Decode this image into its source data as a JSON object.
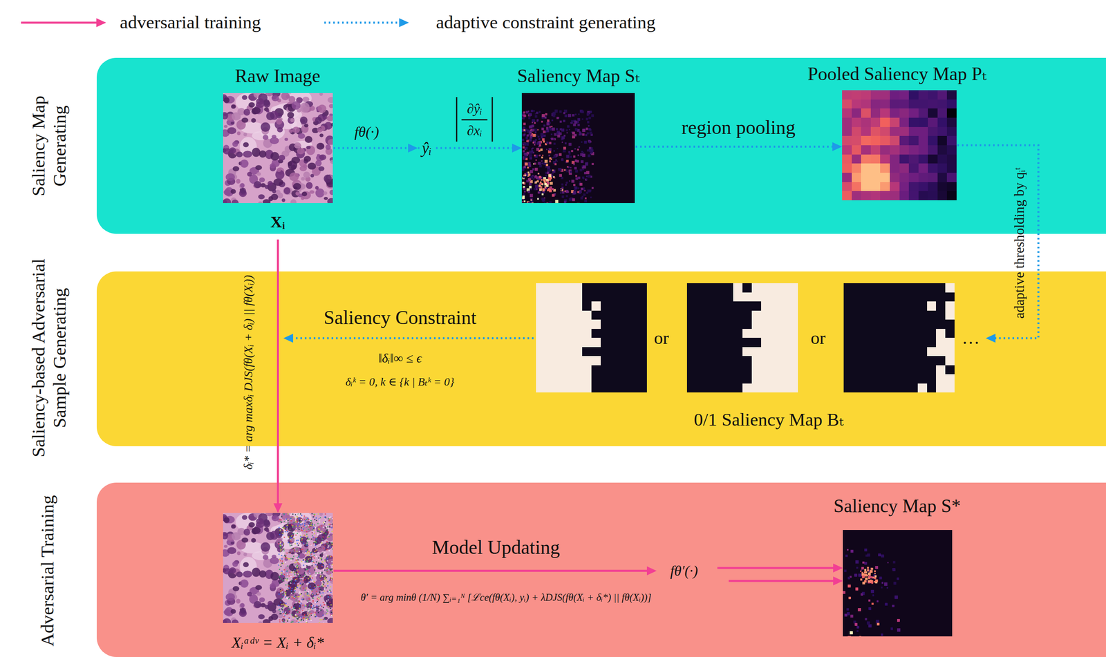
{
  "diagram": {
    "nodes": [
      {
        "text": [
          "Saliency Map Generating"
        ]
      },
      {
        "text": [
          "Raw Image",
          "Xᵢ"
        ],
        "in": 0
      },
      {
        "text": [
          "Saliency Map Sₜ"
        ],
        "in": 0
      },
      {
        "text": [
          "Pooled Saliency Map Pₜ"
        ],
        "in": 0
      },
      {
        "text": [
          "Saliency-based Adversarial Sample Generating"
        ]
      },
      {
        "text": [
          "0/1 Saliency Map Bₜ"
        ],
        "in": 4
      },
      {
        "text": [
          "Adversarial Training"
        ]
      },
      {
        "text": [
          "Xᵢᵃᵈᵛ = Xᵢ + δᵢ*"
        ],
        "in": 6
      },
      {
        "text": [
          "Saliency Map S*"
        ],
        "in": 6
      }
    ],
    "edges": [
      {
        "from": 1,
        "to": 2,
        "arrow": "to",
        "label": "ŷᵢ"
      },
      {
        "from": 2,
        "to": 3,
        "arrow": "to",
        "label": "region pooling"
      },
      {
        "from": 3,
        "to": 5,
        "arrow": "to",
        "label": "adaptive thresholding by qᵢᵗ"
      },
      {
        "from": 1,
        "to": 7,
        "arrow": "to",
        "label": "δᵢ* = arg maxδᵢ DJS(fθ(Xᵢ + δᵢ) || fθ(Xᵢ))"
      },
      {
        "from": 7,
        "to": 8,
        "arrow": "to",
        "label": "Model Updating"
      }
    ],
    "labels": [
      "fθ(·)",
      "∂ŷᵢ",
      "∂xᵢ",
      "Saliency Constraint",
      "‖δᵢ‖∞ ≤ ϵ",
      "δᵢᵏ = 0, k ∈ {k | Bₜᵏ = 0}",
      "or",
      "or",
      "…",
      "θ′ = arg minθ (1/N) ∑ᵢ₌₁ᴺ [ℒce(fθ(Xᵢ), yᵢ) + λDJS(fθ(Xᵢ + δᵢ*) || fθ(Xᵢ))]",
      "fθ′(·)"
    ],
    "legend": [
      {
        "text": "adversarial training"
      },
      {
        "text": "adaptive constraint generating"
      }
    ]
  }
}
